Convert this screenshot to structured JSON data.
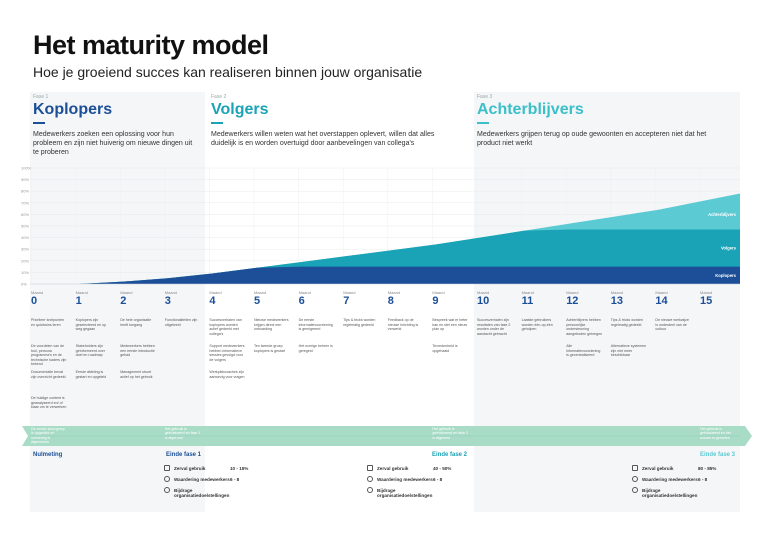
{
  "title": "Het maturity model",
  "subtitle": "Hoe je groeiend succes kan realiseren binnen jouw organisatie",
  "phases": [
    {
      "kicker": "Fase 1",
      "name": "Koplopers",
      "desc": "Medewerkers zoeken een oplossing voor hun probleem en zijn niet huiverig om nieuwe dingen uit te proberen"
    },
    {
      "kicker": "Fase 2",
      "name": "Volgers",
      "desc": "Medewerkers willen weten wat het overstappen oplevert, willen dat alles duidelijk is en worden overtuigd door aanbevelingen van collega's"
    },
    {
      "kicker": "Fase 3",
      "name": "Achterblijvers",
      "desc": "Medewerkers grijpen terug op oude gewoonten en accepteren niet dat het product niet werkt"
    }
  ],
  "colors": {
    "koplopers": "#1c4f97",
    "volgers": "#1aa3b6",
    "achterblijvers": "#5ccad3",
    "band": "#a9dcc6",
    "band_dark": "#8ecfb4"
  },
  "chart_data": {
    "type": "area",
    "title": "",
    "xlabel": "",
    "ylabel": "",
    "ylim": [
      0,
      100
    ],
    "y_ticks": [
      "0%",
      "10%",
      "20%",
      "30%",
      "40%",
      "50%",
      "60%",
      "70%",
      "80%",
      "90%",
      "100%"
    ],
    "x": [
      0,
      1,
      2,
      3,
      4,
      5,
      6,
      7,
      8,
      9,
      10,
      11,
      12,
      13,
      14,
      15
    ],
    "series_labels": [
      "Koplopers",
      "Volgers",
      "Achterblijvers"
    ],
    "total_adoption": [
      0,
      0,
      2,
      5,
      9,
      14,
      19,
      24,
      29,
      34,
      40,
      46,
      52,
      58,
      64,
      78
    ],
    "layer_caps": [
      15,
      47,
      100
    ],
    "grid": true
  },
  "month_label": "Maand",
  "months": [
    "0",
    "1",
    "2",
    "3",
    "4",
    "5",
    "6",
    "7",
    "8",
    "9",
    "10",
    "11",
    "12",
    "13",
    "14",
    "15"
  ],
  "cells": [
    {
      "col": 0,
      "row": 0,
      "text": "Prioriteer knelpunten en quickwins leren"
    },
    {
      "col": 0,
      "row": 1,
      "text": "De voordelen van de tool, persona programma's en de technische kaders zijn bekend"
    },
    {
      "col": 0,
      "row": 2,
      "text": "Documentatie bevat zijn overzicht gedeeld"
    },
    {
      "col": 0,
      "row": 3,
      "text": "De huidige content is geanalyseerd en/ of klaar om te verwerken"
    },
    {
      "col": 1,
      "row": 0,
      "text": "Koplopers zijn geselecteerd en op weg gegaan"
    },
    {
      "col": 1,
      "row": 1,
      "text": "Stakeholders zijn geïnformeerd over doel en roadmap"
    },
    {
      "col": 1,
      "row": 2,
      "text": "Eerste afdeling is gestart en opgeleid"
    },
    {
      "col": 2,
      "row": 0,
      "text": "De hele organisatie heeft toegang"
    },
    {
      "col": 2,
      "row": 1,
      "text": "Medewerkers hebben een eerste introductie gehad"
    },
    {
      "col": 2,
      "row": 2,
      "text": "Management stuurt actief op het gebruik"
    },
    {
      "col": 3,
      "row": 0,
      "text": "Functionaliteiten zijn uitgebreid"
    },
    {
      "col": 4,
      "row": 0,
      "text": "Succesverhalen van koplopers worden actief gedeeld met collega's"
    },
    {
      "col": 4,
      "row": 1,
      "text": "Support medewerkers hebben informatieve sessies gevolgd voor de volgers"
    },
    {
      "col": 4,
      "row": 2,
      "text": "Werkplekcoaches zijn aanwezig voor vragen"
    },
    {
      "col": 5,
      "row": 0,
      "text": "Nieuwe medewerkers krijgen direct een onboarding"
    },
    {
      "col": 5,
      "row": 1,
      "text": "Ten tweede groep koplopers is gestart"
    },
    {
      "col": 6,
      "row": 0,
      "text": "De eerste informatievoorziening is gemigreerd"
    },
    {
      "col": 6,
      "row": 1,
      "text": "Het overige beheer is geregeld"
    },
    {
      "col": 7,
      "row": 0,
      "text": "Tips & tricks worden regelmatig gedeeld"
    },
    {
      "col": 8,
      "row": 0,
      "text": "Feedback op de nieuwe inrichting is verwerkt"
    },
    {
      "col": 9,
      "row": 0,
      "text": "Bespreek wat er beter kan en stel een nieuw plan op"
    },
    {
      "col": 9,
      "row": 1,
      "text": "Tevredenheid is opgehaald"
    },
    {
      "col": 10,
      "row": 0,
      "text": "Succesverhalen zijn resultaten van fase 2 worden onder de aandacht gebracht"
    },
    {
      "col": 11,
      "row": 0,
      "text": "Laatste gebruikers worden één-op-één geholpen"
    },
    {
      "col": 12,
      "row": 0,
      "text": "Achterblijvers hebben persoonlijke ondersteuning aangeboden gekregen"
    },
    {
      "col": 12,
      "row": 1,
      "text": "Alle informatievoorziening is gecentraliseerd"
    },
    {
      "col": 13,
      "row": 0,
      "text": "Tips & tricks worden regelmatig gedeeld"
    },
    {
      "col": 13,
      "row": 1,
      "text": "Alternatieve systemen zijn niet meer beschikbaar"
    },
    {
      "col": 14,
      "row": 0,
      "text": "De nieuwe werkwijze is onderdeel van de cultuur"
    }
  ],
  "band_texts": [
    {
      "col": 0,
      "text": "De eerste stuurgroep is opgericht en nulmeting is afgenomen"
    },
    {
      "col": 3,
      "text": "Het gebruik is geëvalueerd en fase 1 is afgerond"
    },
    {
      "col": 9,
      "text": "Het gebruik is geëvalueerd en fase 2 is afgerond"
    },
    {
      "col": 15,
      "text": "Het gebruik is geëvalueerd en het succes is gemeten"
    }
  ],
  "summaries": [
    {
      "title": "Nulmeting",
      "title_color": "#1c4f97",
      "rows": []
    },
    {
      "title": "Einde fase 1",
      "title_color": "#1c4f97",
      "rows": [
        {
          "label": "Zerval gebruik",
          "value": "10 - 15%"
        },
        {
          "label": "Waardering medewerkers",
          "value": "6 - 8"
        },
        {
          "label": "Bijdrage organisatiedoelstellingen",
          "value": ""
        }
      ]
    },
    {
      "title": "Einde fase 2",
      "title_color": "#1aa3b6",
      "rows": [
        {
          "label": "Zerval gebruik",
          "value": "40 - 50%"
        },
        {
          "label": "Waardering medewerkers",
          "value": "6 - 8"
        },
        {
          "label": "Bijdrage organisatiedoelstellingen",
          "value": ""
        }
      ]
    },
    {
      "title": "Einde fase 3",
      "title_color": "#5ccad3",
      "rows": [
        {
          "label": "Zerval gebruik",
          "value": "80 - 85%"
        },
        {
          "label": "Waardering medewerkers",
          "value": "6 - 8"
        },
        {
          "label": "Bijdrage organisatiedoelstellingen",
          "value": ""
        }
      ]
    }
  ]
}
